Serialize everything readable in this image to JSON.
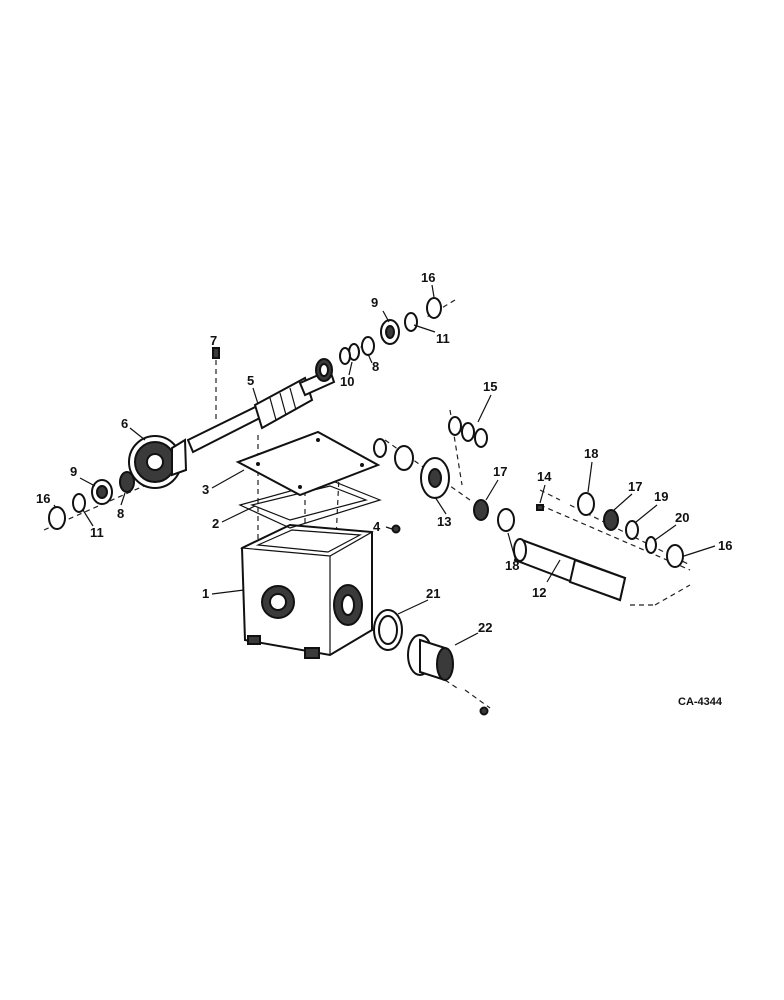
{
  "callouts": {
    "c1": "1",
    "c2": "2",
    "c3": "3",
    "c4": "4",
    "c5": "5",
    "c6": "6",
    "c7": "7",
    "c8a": "8",
    "c8b": "8",
    "c9a": "9",
    "c9b": "9",
    "c10": "10",
    "c11a": "11",
    "c11b": "11",
    "c12": "12",
    "c13": "13",
    "c14": "14",
    "c15": "15",
    "c16a": "16",
    "c16b": "16",
    "c16c": "16",
    "c17a": "17",
    "c17b": "17",
    "c18a": "18",
    "c18b": "18",
    "c19": "19",
    "c20": "20",
    "c21": "21",
    "c22": "22"
  },
  "drawing_code": "CA-4344"
}
